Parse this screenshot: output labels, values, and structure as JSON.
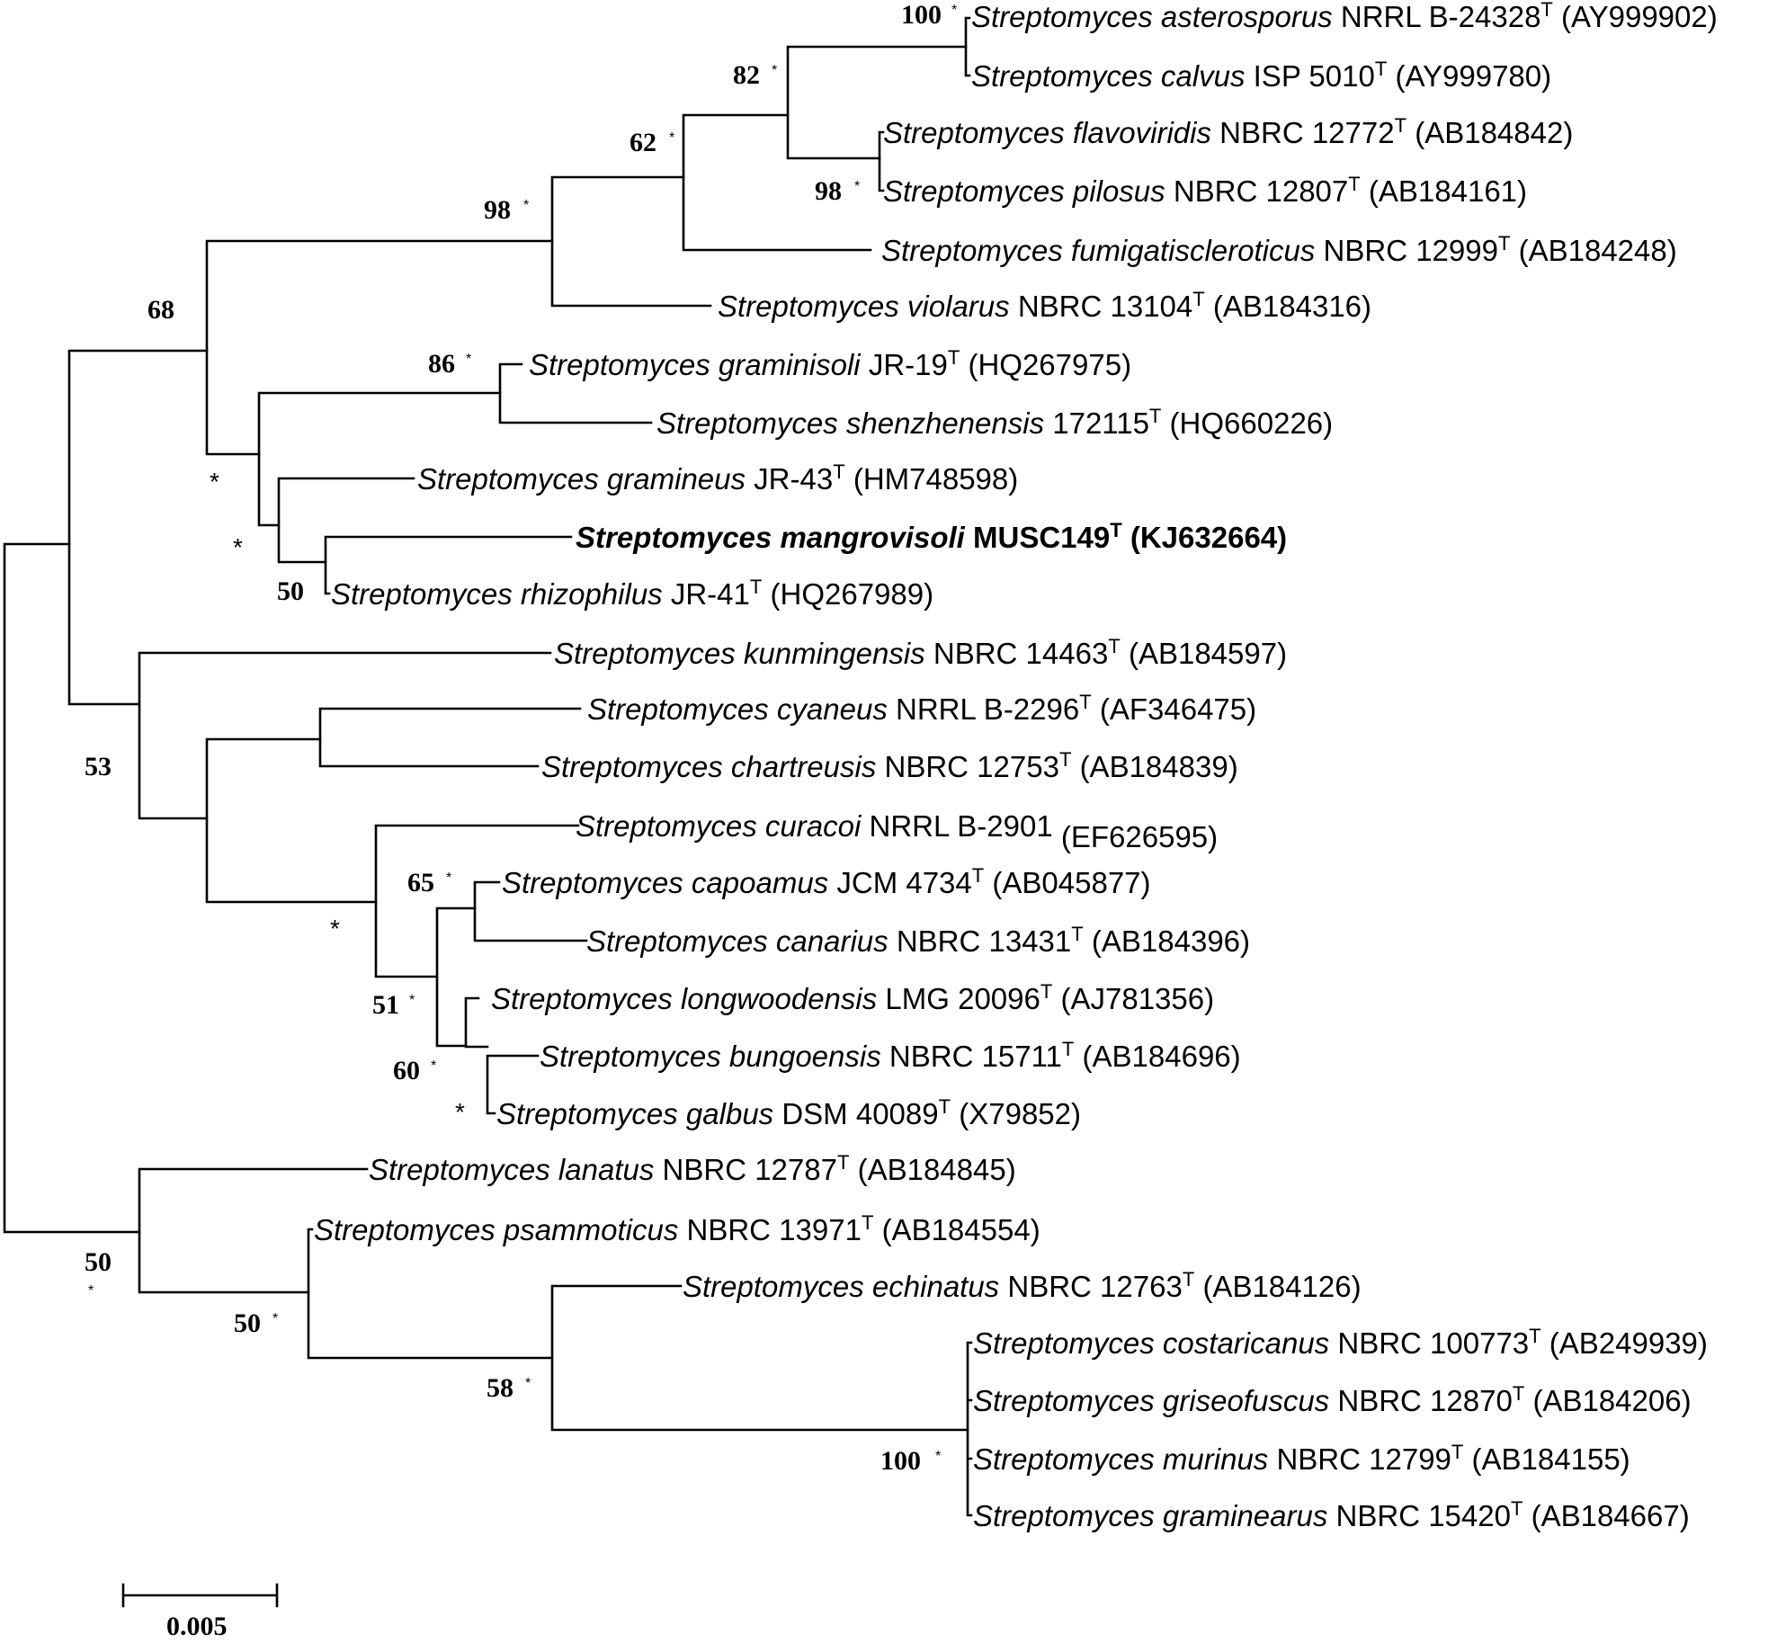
{
  "taxa": [
    {
      "genus": "Streptomyces",
      "species": "asterosporus",
      "strain": "NRRL  B-24328",
      "type": "T",
      "acc": "(AY999902)"
    },
    {
      "genus": "Streptomyces",
      "species": "calvus",
      "strain": "ISP 5010",
      "type": "T",
      "acc": "(AY999780)"
    },
    {
      "genus": "Streptomyces",
      "species": "flavoviridis",
      "strain": "NBRC  12772",
      "type": "T",
      "acc": "(AB184842)"
    },
    {
      "genus": "Streptomyces",
      "species": "pilosus",
      "strain": "NBRC  12807",
      "type": "T",
      "acc": "(AB184161)"
    },
    {
      "genus": "Streptomyces",
      "species": "fumigatiscleroticus",
      "strain": "NBRC  12999",
      "type": "T",
      "acc": "(AB184248)"
    },
    {
      "genus": "Streptomyces",
      "species": "violarus",
      "strain": "NBRC  13104",
      "type": "T",
      "acc": "(AB184316)"
    },
    {
      "genus": "Streptomyces",
      "species": "graminisoli",
      "strain": "JR-19",
      "type": "T",
      "acc": "(HQ267975)"
    },
    {
      "genus": "Streptomyces",
      "species": "shenzhenensis",
      "strain": "172115",
      "type": "T",
      "acc": "(HQ660226)"
    },
    {
      "genus": "Streptomyces",
      "species": "gramineus",
      "strain": "JR-43",
      "type": "T",
      "acc": "(HM748598)"
    },
    {
      "genus": "Streptomyces",
      "species": "mangrovisoli",
      "strain": "MUSC149",
      "type": "T",
      "acc": "(KJ632664)"
    },
    {
      "genus": "Streptomyces",
      "species": "rhizophilus",
      "strain": "JR-41",
      "type": "T",
      "acc": "(HQ267989)"
    },
    {
      "genus": "Streptomyces",
      "species": "kunmingensis",
      "strain": "NBRC  14463",
      "type": "T",
      "acc": "(AB184597)"
    },
    {
      "genus": "Streptomyces",
      "species": "cyaneus",
      "strain": "NRRL  B-2296",
      "type": "T",
      "acc": "(AF346475)"
    },
    {
      "genus": "Streptomyces",
      "species": "chartreusis",
      "strain": "NBRC  12753",
      "type": "T",
      "acc": "(AB184839)"
    },
    {
      "genus": "Streptomyces",
      "species": "curacoi",
      "strain": "NRRL  B-2901",
      "type": "",
      "acc": "(EF626595)"
    },
    {
      "genus": "Streptomyces",
      "species": "capoamus",
      "strain": "JCM 4734",
      "type": "T",
      "acc": "(AB045877)"
    },
    {
      "genus": "Streptomyces",
      "species": "canarius",
      "strain": "NBRC  13431",
      "type": "T",
      "acc": "(AB184396)"
    },
    {
      "genus": "Streptomyces",
      "species": "longwoodensis",
      "strain": "LMG  20096",
      "type": "T",
      "acc": "(AJ781356)"
    },
    {
      "genus": "Streptomyces",
      "species": "bungoensis",
      "strain": "NBRC  15711",
      "type": "T",
      "acc": "(AB184696)"
    },
    {
      "genus": "Streptomyces",
      "species": "galbus",
      "strain": "DSM 40089",
      "type": "T",
      "acc": "(X79852)"
    },
    {
      "genus": "Streptomyces",
      "species": "lanatus",
      "strain": "NBRC  12787",
      "type": "T",
      "acc": "(AB184845)"
    },
    {
      "genus": "Streptomyces",
      "species": "psammoticus",
      "strain": "NBRC  13971",
      "type": "T",
      "acc": "(AB184554)"
    },
    {
      "genus": "Streptomyces",
      "species": "echinatus",
      "strain": "NBRC  12763",
      "type": "T",
      "acc": "(AB184126)"
    },
    {
      "genus": "Streptomyces",
      "species": "costaricanus",
      "strain": "NBRC  100773",
      "type": "T",
      "acc": "(AB249939)"
    },
    {
      "genus": "Streptomyces",
      "species": "griseofuscus",
      "strain": "NBRC  12870",
      "type": "T",
      "acc": "(AB184206)"
    },
    {
      "genus": "Streptomyces",
      "species": "murinus",
      "strain": "NBRC  12799",
      "type": "T",
      "acc": "(AB184155)"
    },
    {
      "genus": "Streptomyces",
      "species": "graminearus",
      "strain": "NBRC  15420",
      "type": "T",
      "acc": "(AB184667)"
    }
  ],
  "support": {
    "asterosporus_calvus": "100",
    "calvus_clade": "82",
    "fumig_clade": "62",
    "violarus_clade": "98",
    "flavo_pilosus": "98",
    "top_clade": "68",
    "graminisoli_shenzhen": "86",
    "rhizophilus_mangro": "50",
    "middle_clade": "53",
    "capoamus_canarius": "65",
    "curacoi_inner": "51",
    "longwood_clade": "60",
    "bottom_clade": "50",
    "psammoticus_clade": "50",
    "echinatus_clade": "58",
    "costaricanus_clade": "100"
  },
  "markers": {
    "star": "*"
  },
  "scale_bar": {
    "label": "0.005"
  }
}
